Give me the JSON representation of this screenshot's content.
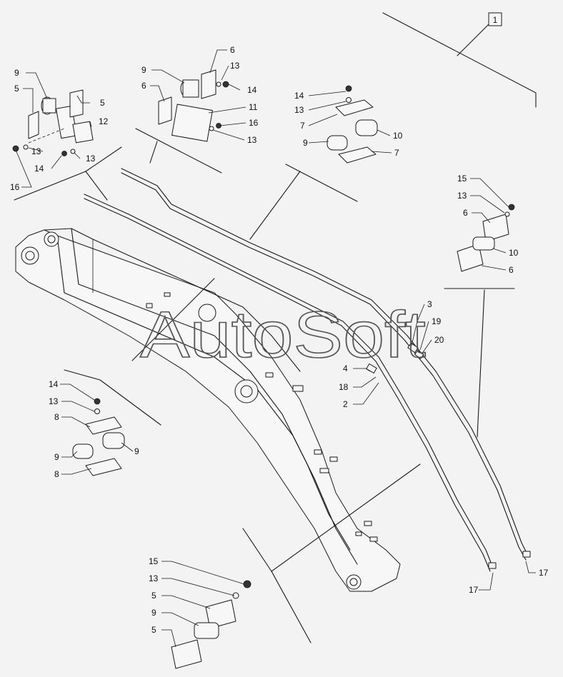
{
  "watermark": "AutoSoft",
  "badge": "1",
  "labels": {
    "l9a": "9",
    "l5a": "5",
    "l5b": "5",
    "l12": "12",
    "l13a": "13",
    "l13b": "13",
    "l14a": "14",
    "l16a": "16",
    "l9b": "9",
    "l6a": "6",
    "l13c": "13",
    "l14b": "14",
    "l11": "11",
    "l16b": "16",
    "l13d": "13",
    "l6b": "6",
    "l14c": "14",
    "l13e": "13",
    "l7a": "7",
    "l10a": "10",
    "l9c": "9",
    "l7b": "7",
    "l15a": "15",
    "l13f": "13",
    "l6c": "6",
    "l10b": "10",
    "l6d": "6",
    "l3": "3",
    "l19": "19",
    "l20": "20",
    "l4": "4",
    "l18": "18",
    "l2": "2",
    "l14d": "14",
    "l13g": "13",
    "l8a": "8",
    "l9d": "9",
    "l9e": "9",
    "l8b": "8",
    "l17a": "17",
    "l17b": "17",
    "l15b": "15",
    "l13h": "13",
    "l5c": "5",
    "l9f": "9",
    "l5d": "5"
  }
}
